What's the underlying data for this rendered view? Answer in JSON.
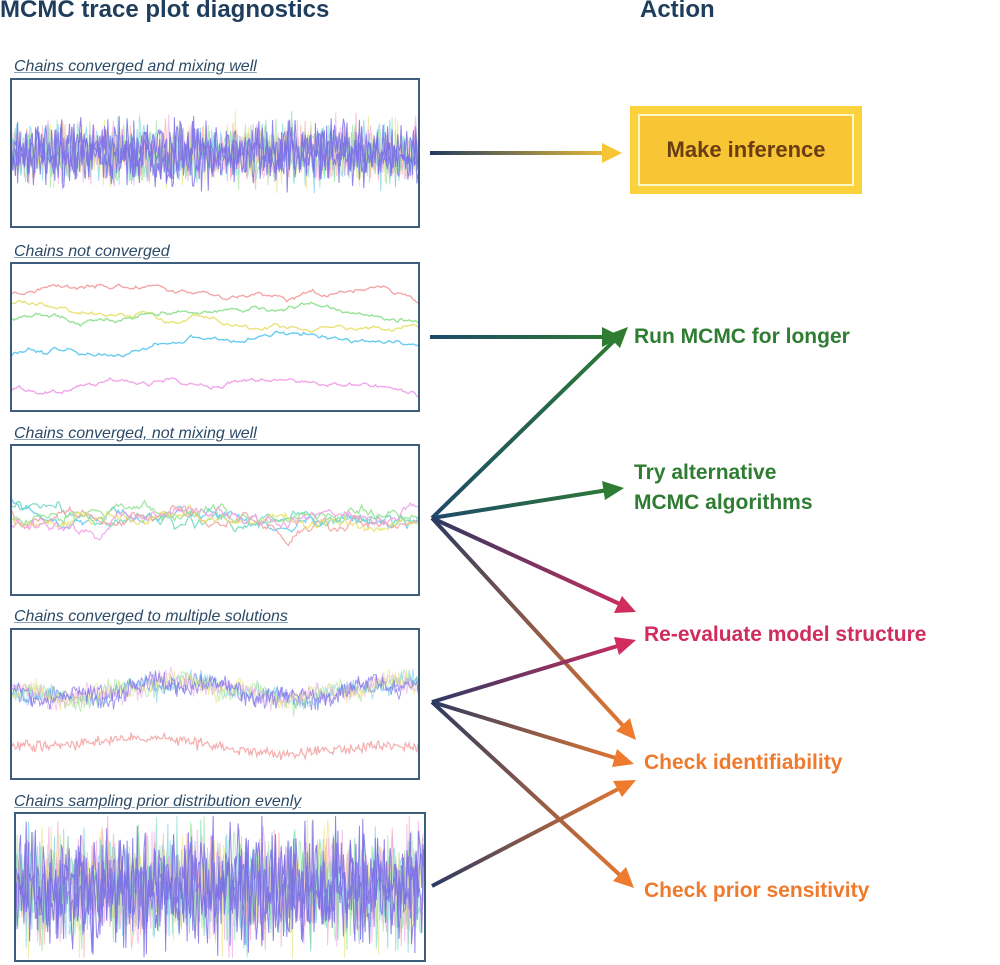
{
  "header": {
    "left_title": "MCMC trace plot diagnostics",
    "right_title": "Action"
  },
  "panels": [
    {
      "label": "Chains converged and mixing well"
    },
    {
      "label": "Chains not converged"
    },
    {
      "label": "Chains converged, not mixing well"
    },
    {
      "label": "Chains converged to multiple solutions"
    },
    {
      "label": "Chains sampling prior distribution evenly"
    }
  ],
  "actions": {
    "make_inference": "Make inference",
    "run_longer": "Run MCMC for longer",
    "try_alternative_line1": "Try alternative",
    "try_alternative_line2": "MCMC algorithms",
    "re_evaluate": "Re-evaluate model structure",
    "check_identifiability": "Check identifiability",
    "check_prior": "Check prior sensitivity"
  },
  "colors": {
    "heading": "#1f3d5c",
    "panel_border": "#3c5d7c",
    "arrow_dark": "#233a5e",
    "inference_box": "#f8c534",
    "green": "#2e7d32",
    "pink": "#d02c5e",
    "orange": "#ee7a2e",
    "chain_colors": [
      "#7b6fe8",
      "#5fc8f0",
      "#f2a0a0",
      "#90e090",
      "#e8e070",
      "#f0a0e8",
      "#6ed8c0"
    ]
  },
  "connections": [
    {
      "from": "Chains converged and mixing well",
      "to": "Make inference"
    },
    {
      "from": "Chains not converged",
      "to": "Run MCMC for longer"
    },
    {
      "from": "Chains converged, not mixing well",
      "to": "Run MCMC for longer"
    },
    {
      "from": "Chains converged, not mixing well",
      "to": "Try alternative MCMC algorithms"
    },
    {
      "from": "Chains converged, not mixing well",
      "to": "Re-evaluate model structure"
    },
    {
      "from": "Chains converged, not mixing well",
      "to": "Check identifiability"
    },
    {
      "from": "Chains converged to multiple solutions",
      "to": "Re-evaluate model structure"
    },
    {
      "from": "Chains converged to multiple solutions",
      "to": "Check identifiability"
    },
    {
      "from": "Chains converged to multiple solutions",
      "to": "Check prior sensitivity"
    },
    {
      "from": "Chains sampling prior distribution evenly",
      "to": "Check identifiability"
    }
  ]
}
